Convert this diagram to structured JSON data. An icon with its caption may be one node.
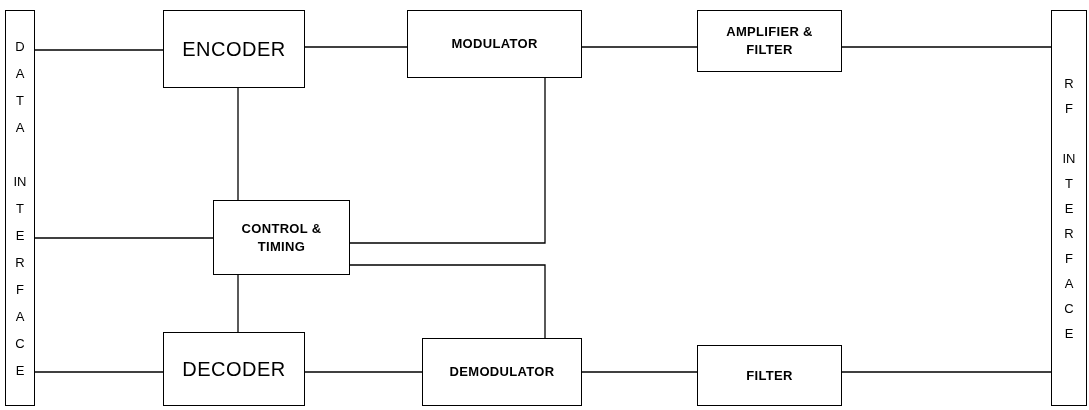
{
  "diagram": {
    "nodes": [
      {
        "text": [
          "DATA INTERFACE"
        ]
      },
      {
        "text": [
          "ENCODER"
        ]
      },
      {
        "text": [
          "MODULATOR"
        ]
      },
      {
        "text": [
          "AMPLIFIER & FILTER"
        ]
      },
      {
        "text": [
          "RF INTERFACE"
        ]
      },
      {
        "text": [
          "CONTROL & TIMING"
        ]
      },
      {
        "text": [
          "DECODER"
        ]
      },
      {
        "text": [
          "DEMODULATOR"
        ]
      },
      {
        "text": [
          "FILTER"
        ]
      }
    ],
    "edges": [
      {
        "from": 0,
        "to": 1,
        "arrow": "none"
      },
      {
        "from": 1,
        "to": 2,
        "arrow": "none"
      },
      {
        "from": 2,
        "to": 3,
        "arrow": "none"
      },
      {
        "from": 3,
        "to": 4,
        "arrow": "none"
      },
      {
        "from": 1,
        "to": 5,
        "arrow": "none"
      },
      {
        "from": 0,
        "to": 5,
        "arrow": "none"
      },
      {
        "from": 5,
        "to": 2,
        "arrow": "none"
      },
      {
        "from": 5,
        "to": 7,
        "arrow": "none"
      },
      {
        "from": 5,
        "to": 6,
        "arrow": "none"
      },
      {
        "from": 0,
        "to": 6,
        "arrow": "none"
      },
      {
        "from": 6,
        "to": 7,
        "arrow": "none"
      },
      {
        "from": 7,
        "to": 8,
        "arrow": "none"
      },
      {
        "from": 8,
        "to": 4,
        "arrow": "none"
      }
    ]
  }
}
